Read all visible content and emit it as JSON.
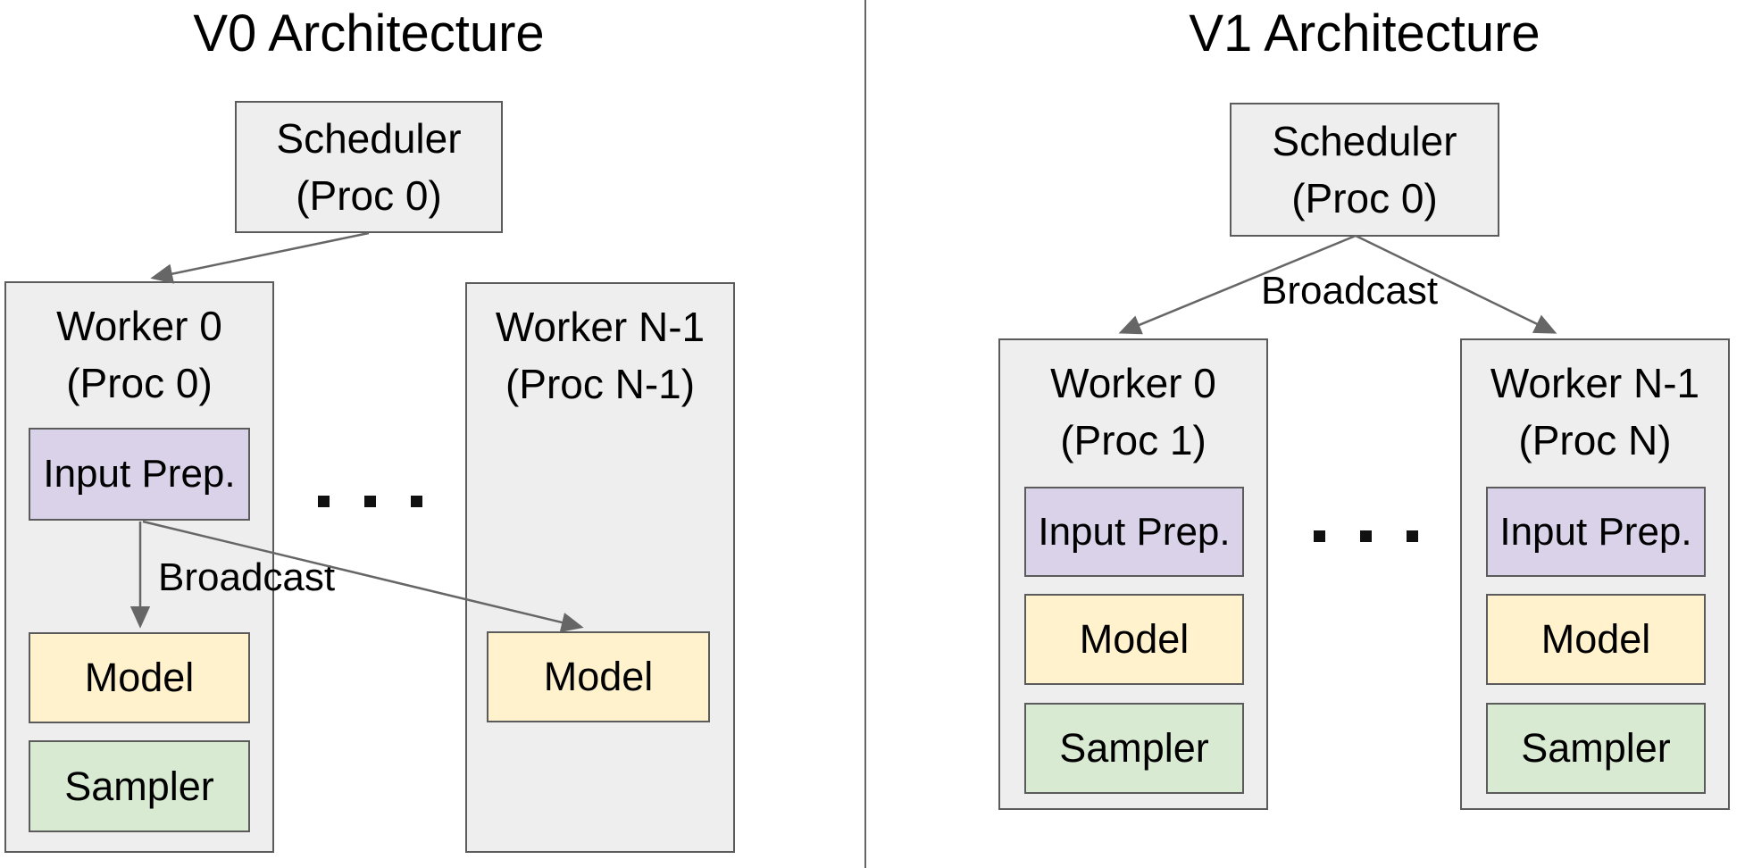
{
  "diagram_left": {
    "title": "V0 Architecture",
    "scheduler": {
      "name": "Scheduler",
      "proc": "(Proc 0)"
    },
    "worker_0": {
      "name": "Worker 0",
      "proc": "(Proc 0)",
      "components": {
        "input_prep": "Input Prep.",
        "model": "Model",
        "sampler": "Sampler"
      }
    },
    "worker_n": {
      "name": "Worker N-1",
      "proc": "(Proc N-1)",
      "components": {
        "model": "Model"
      }
    },
    "broadcast_label": "Broadcast"
  },
  "diagram_right": {
    "title": "V1 Architecture",
    "scheduler": {
      "name": "Scheduler",
      "proc": "(Proc 0)"
    },
    "worker_0": {
      "name": "Worker 0",
      "proc": "(Proc 1)",
      "components": {
        "input_prep": "Input Prep.",
        "model": "Model",
        "sampler": "Sampler"
      }
    },
    "worker_n": {
      "name": "Worker N-1",
      "proc": "(Proc N)",
      "components": {
        "input_prep": "Input Prep.",
        "model": "Model",
        "sampler": "Sampler"
      }
    },
    "broadcast_label": "Broadcast"
  },
  "colors": {
    "box_fill": "#eeeeee",
    "box_border": "#5b5b5b",
    "input_prep_fill": "#d9d2e9",
    "model_fill": "#fff2cc",
    "sampler_fill": "#d9ead3",
    "arrow": "#666666",
    "divider": "#666666",
    "text": "#000000"
  }
}
